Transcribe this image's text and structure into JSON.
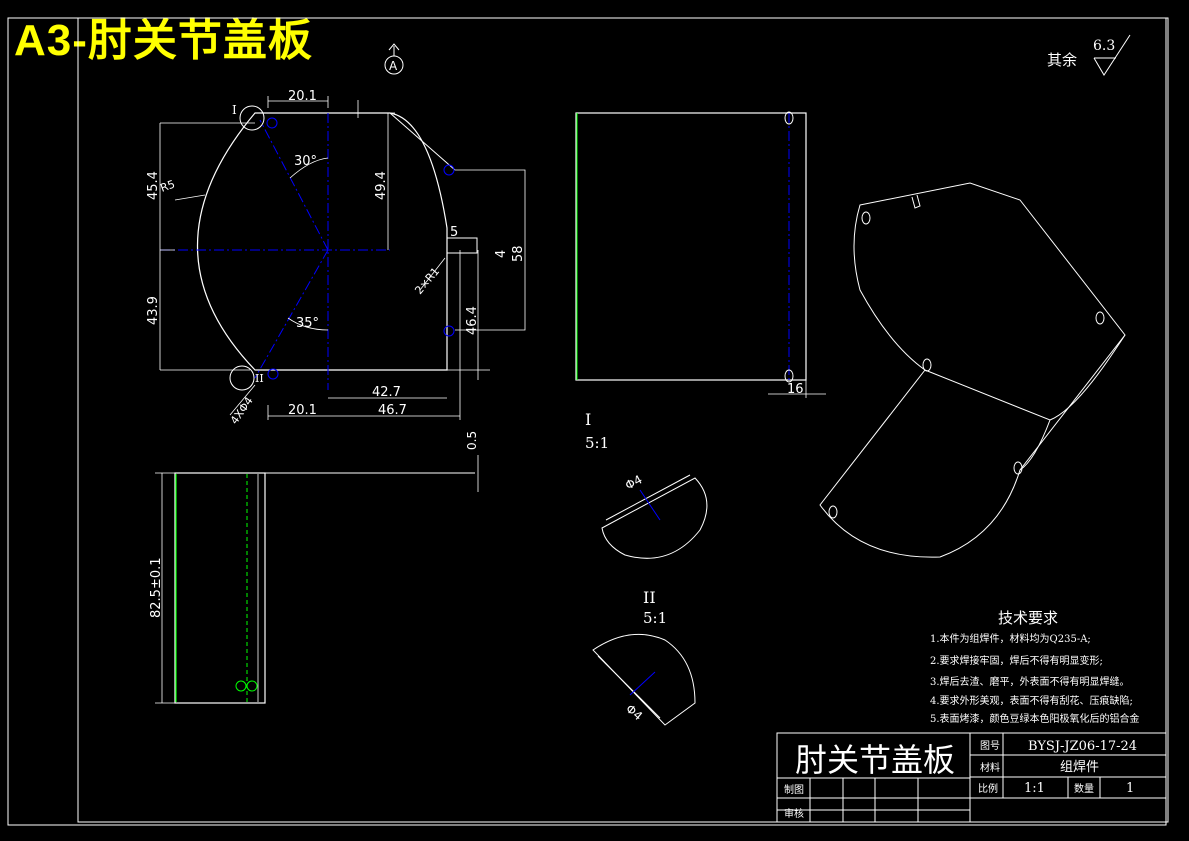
{
  "banner": {
    "title": "A3-肘关节盖板"
  },
  "roughness": {
    "label": "其余",
    "value": "6.3"
  },
  "datum": {
    "letter": "A"
  },
  "views": {
    "detail_I": {
      "label": "I",
      "scale": "5:1",
      "hole": "Φ4"
    },
    "detail_II": {
      "label": "II",
      "scale": "5:1",
      "hole": "Φ4"
    }
  },
  "dimensions": {
    "front": [
      "20.1",
      "45.4",
      "43.9",
      "49.4",
      "5",
      "4",
      "58",
      "46.4",
      "42.7",
      "46.7",
      "20.1",
      "30°",
      "35°",
      "R5",
      "2×R1",
      "4XΦ4",
      "I",
      "II"
    ],
    "side": [
      "16"
    ],
    "section": [
      "0.5",
      "82.5±0.1"
    ]
  },
  "technical_requirements": {
    "title": "技术要求",
    "items": [
      "1.本件为组焊件，材料均为Q235-A;",
      "2.要求焊接牢固，焊后不得有明显变形;",
      "3.焊后去渣、磨平，外表面不得有明显焊缝。",
      "4.要求外形美观，表面不得有刮花、压痕缺陷;",
      "5.表面烤漆，颜色豆绿本色阳极氧化后的铝合金"
    ]
  },
  "title_block": {
    "part_name": "肘关节盖板",
    "drawing_no_label": "图号",
    "drawing_no": "BYSJ-JZ06-17-24",
    "material_label": "材料",
    "material": "组焊件",
    "scale_label": "比例",
    "scale": "1:1",
    "quantity_label": "数量",
    "quantity": "1",
    "drawn_label": "制图",
    "checked_label": "审核"
  },
  "colors": {
    "outline": "#ffffff",
    "centerline": "#0000ff",
    "hidden": "#00ff00",
    "banner": "#ffff00"
  }
}
